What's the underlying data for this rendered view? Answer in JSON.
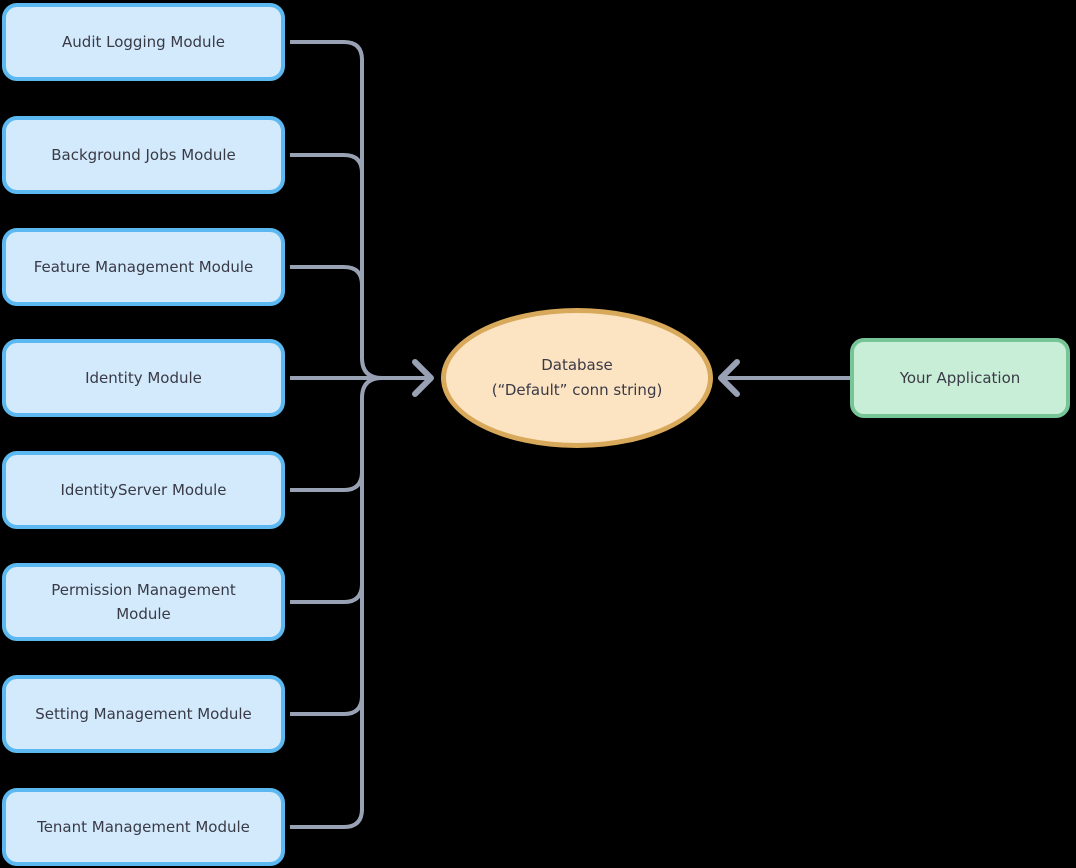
{
  "diagram": {
    "modules": [
      {
        "label": "Audit Logging Module"
      },
      {
        "label": "Background Jobs Module"
      },
      {
        "label": "Feature Management Module"
      },
      {
        "label": "Identity Module"
      },
      {
        "label": "IdentityServer Module"
      },
      {
        "label": "Permission Management Module"
      },
      {
        "label": "Setting Management Module"
      },
      {
        "label": "Tenant Management Module"
      }
    ],
    "database": {
      "line1": "Database",
      "line2": "(“Default” conn string)"
    },
    "application": {
      "label": "Your Application"
    },
    "colors": {
      "background": "#000000",
      "module_fill": "#d2eafc",
      "module_border": "#5bb8f1",
      "database_fill": "#fce3c2",
      "database_border": "#d8a95a",
      "application_fill": "#c9eed7",
      "application_border": "#76c597",
      "connector": "#99a2b4",
      "text": "#3a3a46"
    }
  }
}
